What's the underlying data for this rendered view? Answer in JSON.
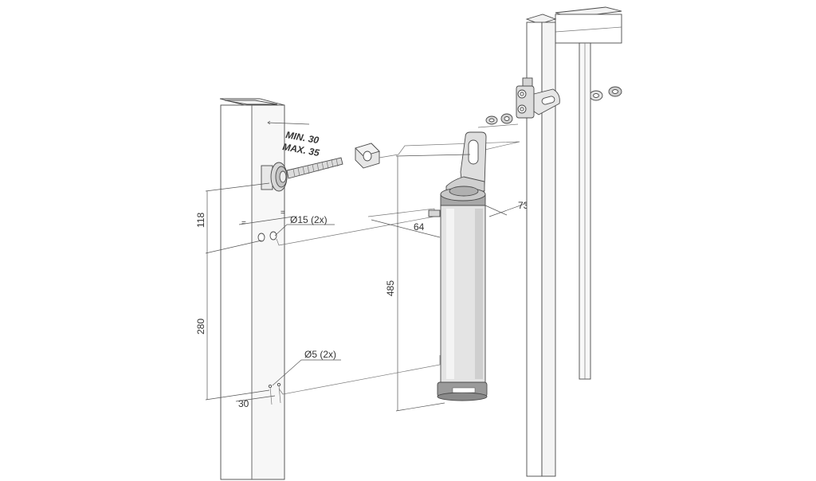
{
  "drawing": {
    "colors": {
      "line": "#4a4a4a",
      "closer_body": "#e4e4e4",
      "closer_cap": "#9a9a9a",
      "background": "#ffffff"
    },
    "labels": {
      "min_depth": "MIN. 30",
      "max_depth": "MAX. 35",
      "hole_large": "Ø15 (2x)",
      "hole_small": "Ø5 (2x)",
      "dim_118": "118",
      "dim_280": "280",
      "dim_30": "30",
      "dim_485": "485",
      "dim_64": "64",
      "dim_73": "73"
    }
  }
}
